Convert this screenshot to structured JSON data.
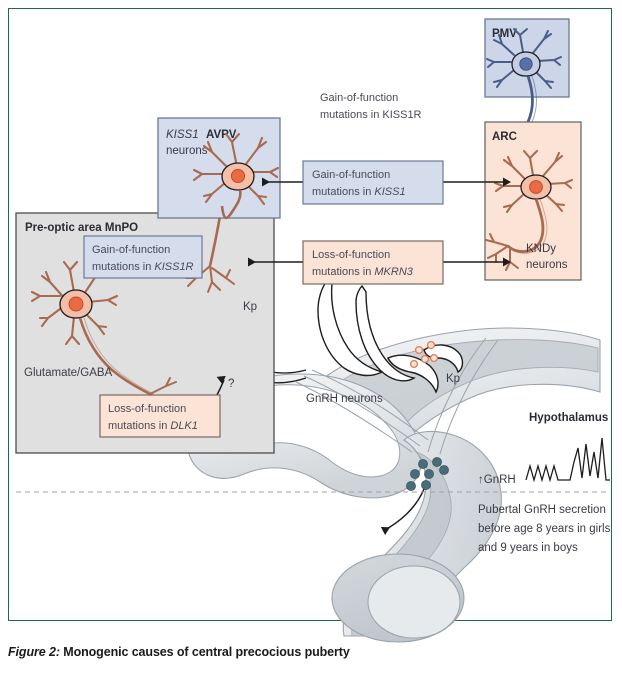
{
  "figure": {
    "caption_lead": "Figure 2:",
    "caption_body": " Monogenic causes of central precocious puberty",
    "frame_color": "#1d6b4a"
  },
  "regions": {
    "pmv": {
      "label": "PMV",
      "fill": "#ccd6e8",
      "stroke": "#6a7a96",
      "neuron_color": "#4a5d8a"
    },
    "arc": {
      "label": "ARC",
      "sublabel_line1": "KNDy",
      "sublabel_line2": "neurons",
      "fill": "#fbe3d6",
      "stroke": "#6b6b6b",
      "neuron_color": "#f0a98c"
    },
    "avpv": {
      "label_gene": "KISS1",
      "label_region": "AVPV",
      "label_neurons": "neurons",
      "fill": "#d5dded",
      "stroke": "#6a7a96",
      "neuron_color": "#f0a98c"
    },
    "mnpo": {
      "label": "Pre-optic area MnPO",
      "fill": "#e0e0e0",
      "stroke": "#4d4d4d",
      "glutamate_label": "Glutamate/GABA",
      "kp_label": "Kp",
      "question_mark": "?"
    }
  },
  "callouts": {
    "kiss1r_free": {
      "line1": "Gain-of-function",
      "line2_prefix": "mutations in ",
      "line2_gene": "KISS1R",
      "boxed": false
    },
    "kiss1_box": {
      "line1": "Gain-of-function",
      "line2_prefix": "mutations in ",
      "line2_gene": "KISS1",
      "fill": "#d5dded",
      "stroke": "#6a7a96"
    },
    "mkrn3_box": {
      "line1": "Loss-of-function",
      "line2_prefix": "mutations in ",
      "line2_gene": "MKRN3",
      "fill": "#fbe3d6",
      "stroke": "#7a6a60"
    },
    "kiss1r_box": {
      "line1": "Gain-of-function",
      "line2_prefix": "mutations in ",
      "line2_gene": "KISS1R",
      "fill": "#d5dded",
      "stroke": "#6a7a96"
    },
    "dlk1_box": {
      "line1": "Loss-of-function",
      "line2_prefix": "mutations in ",
      "line2_gene": "DLK1",
      "fill": "#fbe3d6",
      "stroke": "#7a6a60"
    }
  },
  "anatomy": {
    "gnrh_neurons_label": "GnRH neurons",
    "kp_label": "Kp",
    "tissue_fill_light": "#eceef0",
    "tissue_fill_mid": "#c8cdd2",
    "tissue_stroke": "#9aa3ab"
  },
  "hypothalamus_panel": {
    "title": "Hypothalamus",
    "gnrh_axis_label": "↑GnRH",
    "note_line1": "Pubertal GnRH secretion",
    "note_line2": "before age 8 years in girls",
    "note_line3": "and 9 years in boys"
  },
  "chart_data": {
    "type": "line",
    "title": "↑GnRH pulse secretion",
    "xlabel": "",
    "ylabel": "GnRH",
    "description": "GnRH pulse trace: four small low-amplitude pulses followed by a flat segment, then three large high-amplitude pulses, indicating pubertal GnRH secretion.",
    "x": [
      0,
      1,
      2,
      3,
      4,
      5,
      6,
      7,
      8,
      9,
      10,
      11,
      12,
      13,
      14,
      15,
      16,
      17,
      18,
      19,
      20,
      21,
      22
    ],
    "values": [
      0,
      8,
      0,
      8,
      0,
      8,
      0,
      8,
      0,
      0,
      0,
      0,
      10,
      28,
      4,
      32,
      6,
      24,
      2,
      40,
      0,
      0,
      0
    ],
    "ylim": [
      0,
      45
    ],
    "grid": false,
    "legend": false
  }
}
